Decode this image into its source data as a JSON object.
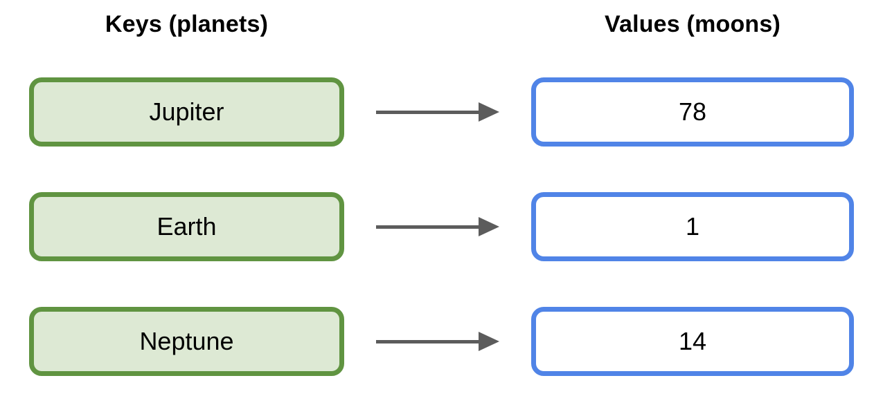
{
  "diagram": {
    "keys_title": "Keys (planets)",
    "values_title": "Values (moons)",
    "rows": [
      {
        "key": "Jupiter",
        "value": "78"
      },
      {
        "key": "Earth",
        "value": "1"
      },
      {
        "key": "Neptune",
        "value": "14"
      }
    ]
  },
  "icons": {
    "arrow": "arrow-right-icon"
  },
  "colors": {
    "key_box_border": "#609441",
    "key_box_fill": "#dde9d4",
    "value_box_border": "#5084e7",
    "value_box_fill": "#ffffff",
    "arrow": "#5c5c5c",
    "text": "#000000"
  }
}
